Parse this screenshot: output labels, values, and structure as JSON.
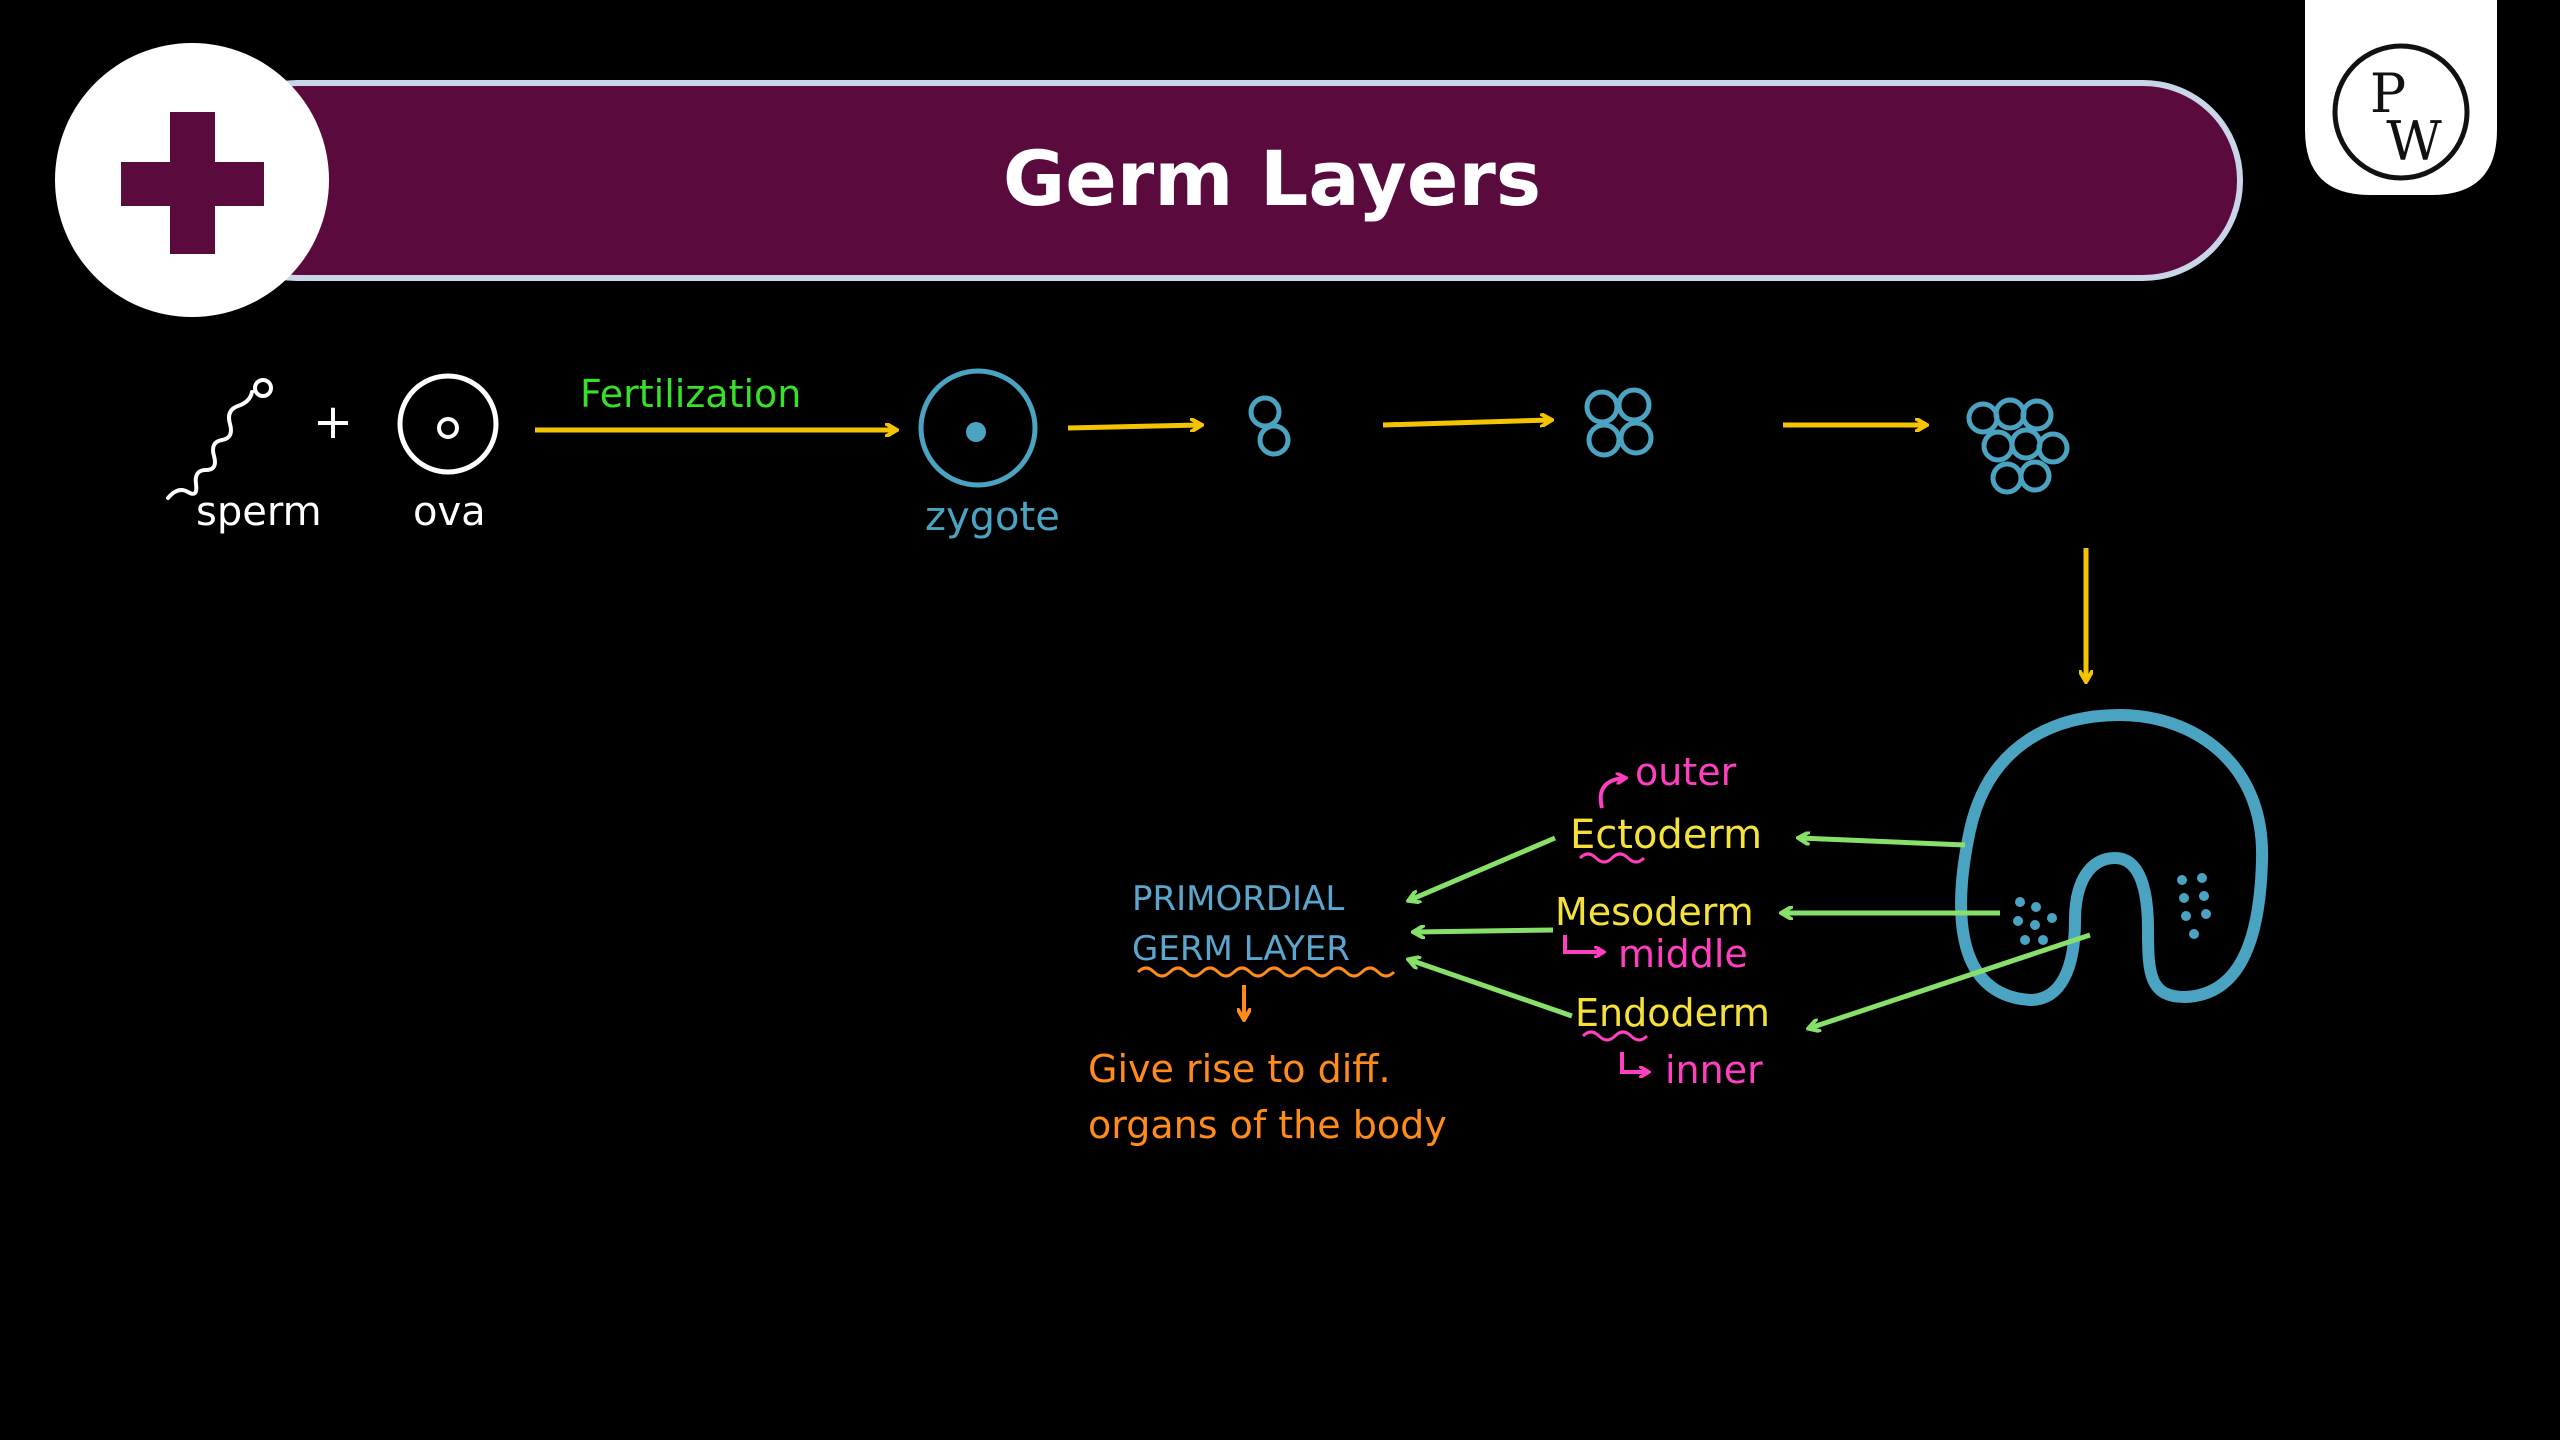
{
  "header": {
    "title": "Germ Layers",
    "icon": "plus-icon"
  },
  "logo": {
    "letter_top": "P",
    "letter_bottom": "W"
  },
  "colors": {
    "banner": "#5a0a3c",
    "banner_border": "#c9d6ea",
    "plus": "#5a0a3c",
    "arrow_yellow": "#f5c400",
    "arrow_green": "#86e06a",
    "cell_blue": "#4ba3c2",
    "label_green": "#38e02a",
    "label_yellow": "#f6e13a",
    "label_magenta": "#ff3fbf",
    "label_blue": "#5aa6cf",
    "label_orange": "#ff8c1a"
  },
  "stages": {
    "sperm": "sperm",
    "plus_sign": "+",
    "ova": "ova",
    "fertilization": "Fertilization",
    "zygote": "zygote"
  },
  "layers": {
    "outer": "outer",
    "ectoderm": "Ectoderm",
    "mesoderm": "Mesoderm",
    "middle": "middle",
    "endoderm": "Endoderm",
    "inner": "inner"
  },
  "primordial": {
    "line1": "PRIMORDIAL",
    "line2": "GERM LAYER",
    "note_line1": "Give rise to diff.",
    "note_line2": "organs of the body"
  }
}
